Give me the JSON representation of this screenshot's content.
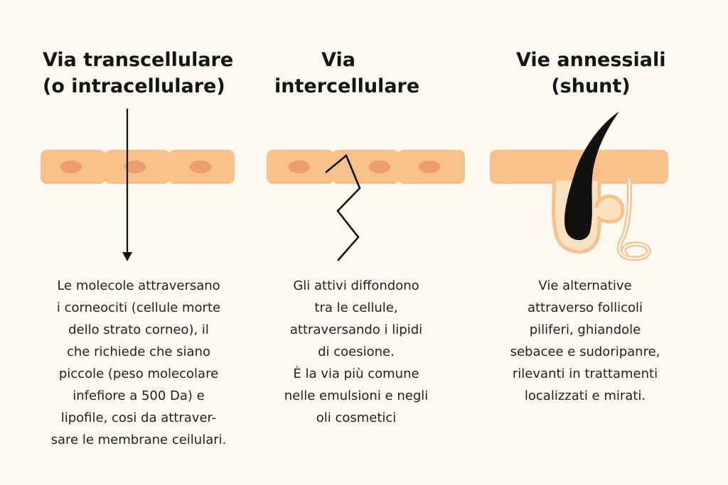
{
  "colors": {
    "background": "#fcf9f1",
    "cell": "#f6c18a",
    "nucleus": "#ee9e6a",
    "hair": "#111111",
    "gland_outline": "#f6c18a",
    "gland_fill": "#fbe2c2",
    "arrow": "#111111"
  },
  "columns": [
    {
      "title_lines": [
        "Via transcellulare",
        "(o intracellulare)"
      ],
      "body_lines": [
        "Le molecole attraversano",
        "i corneociti (cellule morte",
        "dello strato corneo), il",
        "che richiede che siano",
        "piccole (peso molecolare",
        "infefiore a 500 Da) e",
        "lipofile, cosi da attraver-",
        "sare le membrane ceilulari."
      ],
      "icon": "straight-arrow-icon"
    },
    {
      "title_lines": [
        "Via",
        "intercellulare"
      ],
      "body_lines": [
        "Gli attivi diffondono",
        "tra le cellule,",
        "attraversando i lipidi",
        "di coesione.",
        "È la via più comune",
        "nelle emulsioni e negli",
        "oli cosmetici"
      ],
      "icon": "zigzag-path-icon"
    },
    {
      "title_lines": [
        "Vie annessiali",
        "(shunt)"
      ],
      "body_lines": [
        "Vie alternative",
        "attraverso follicoli",
        "piliferi, ghiandole",
        "sebacee e sudoripanre,",
        "rilevanti in trattamenti",
        "localizzati e mirati."
      ],
      "icon": "hair-follicle-icon"
    }
  ]
}
